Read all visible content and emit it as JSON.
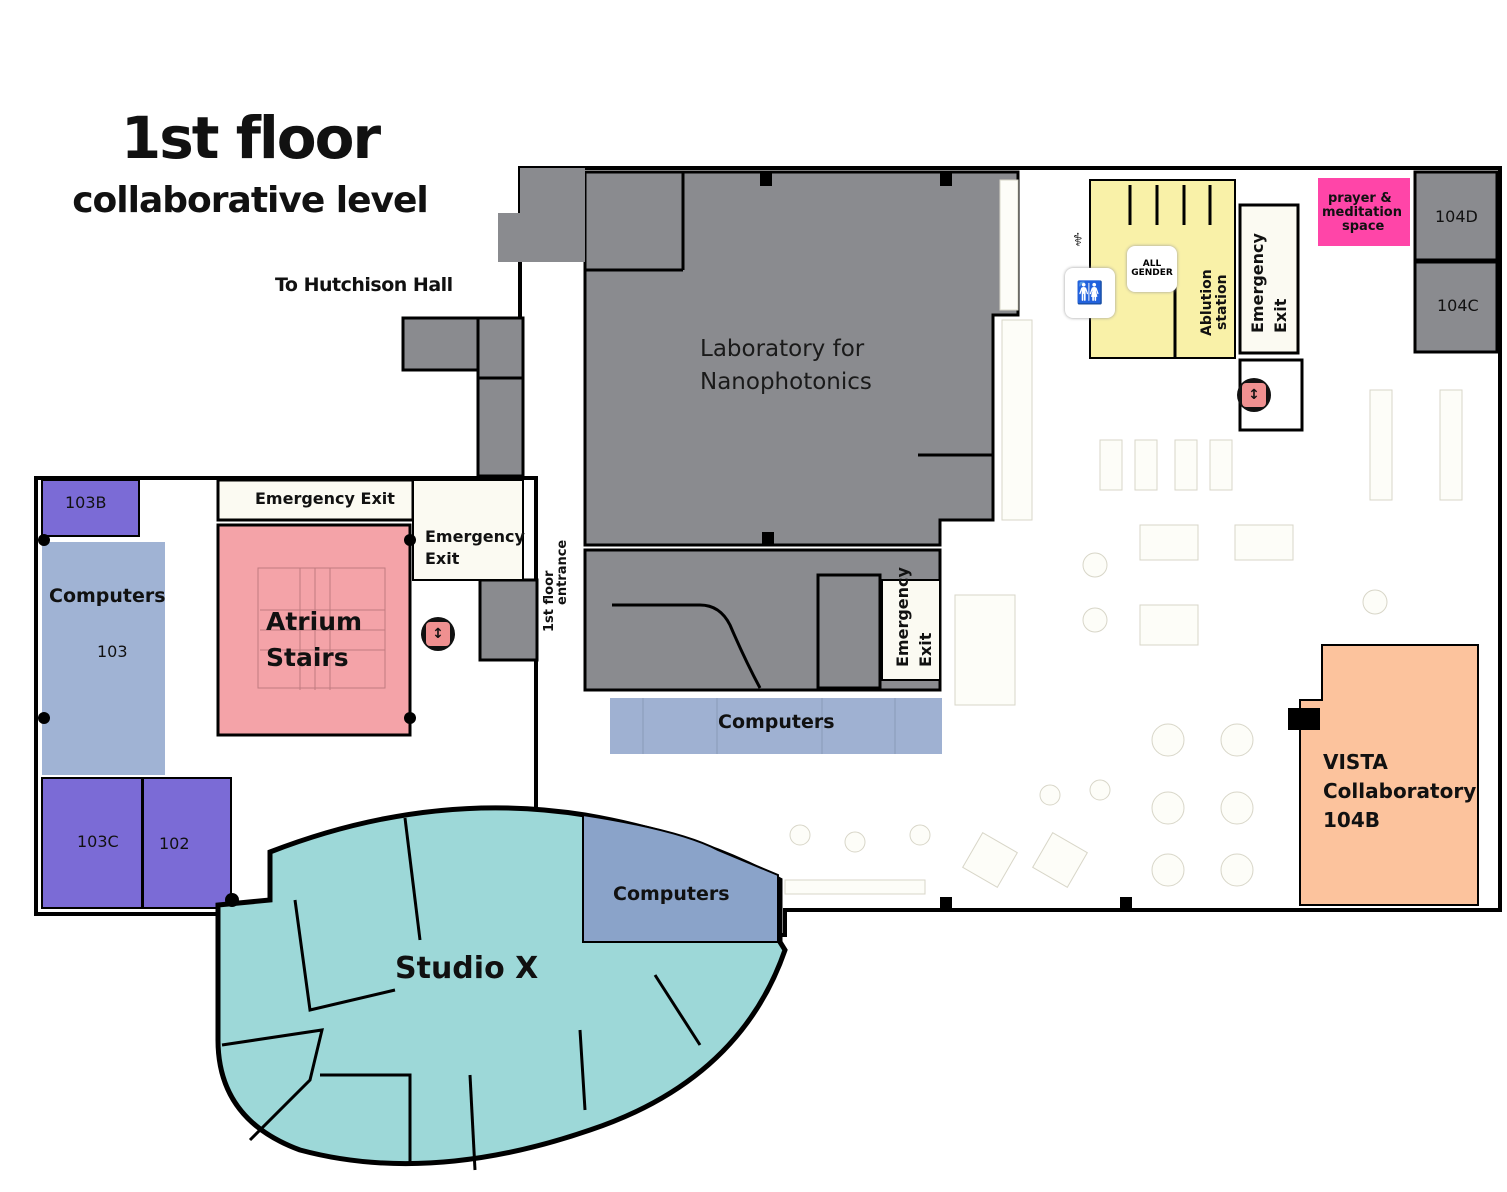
{
  "header": {
    "title": "1st floor",
    "subtitle": "collaborative level"
  },
  "labels": {
    "to_hutchison": "To Hutchison Hall",
    "lab_line1": "Laboratory for",
    "lab_line2": "Nanophotonics",
    "emergency_exit_top": "Emergency Exit",
    "emergency_exit_stair_1": "Emergency",
    "emergency_exit_stair_2": "Exit",
    "entrance_line1": "1st floor",
    "entrance_line2": "entrance",
    "atrium_line1": "Atrium",
    "atrium_line2": "Stairs",
    "emergency_exit_mid_1": "Emergency",
    "emergency_exit_mid_2": "Exit",
    "emergency_exit_right_1": "Emergency",
    "emergency_exit_right_2": "Exit",
    "ablution_1": "Ablution",
    "ablution_2": "station",
    "all_gender_1": "ALL",
    "all_gender_2": "GENDER",
    "prayer_1": "prayer &",
    "prayer_2": "meditation",
    "prayer_3": "space",
    "vista_1": "VISTA",
    "vista_2": "Collaboratory",
    "vista_3": "104B",
    "studio_x": "Studio X"
  },
  "rooms": {
    "r103b": "103B",
    "r103_name": "Computers",
    "r103": "103",
    "r103c": "103C",
    "r102": "102",
    "r104d": "104D",
    "r104c": "104C",
    "computers_center": "Computers",
    "computers_studio": "Computers"
  },
  "icons": {
    "elevator": "elevator-icon",
    "restroom": "restroom-icon",
    "all_gender_restroom": "all-gender-toilet-icon",
    "water_fountain": "water-fountain-icon"
  },
  "colors": {
    "lab_gray": "#8a8b8f",
    "computers_blue": "#9fb1d2",
    "room_purple": "#7b6bd6",
    "atrium_pink": "#f4a3a8",
    "restroom_yellow": "#f9f1a8",
    "prayer_magenta": "#ff45a8",
    "vista_peach": "#fcc39d",
    "studio_teal": "#9dd8d8",
    "studio_computers": "#8aa3c9",
    "elevator_pink": "#ef9090",
    "corridor_cream": "#fbfaf2"
  }
}
